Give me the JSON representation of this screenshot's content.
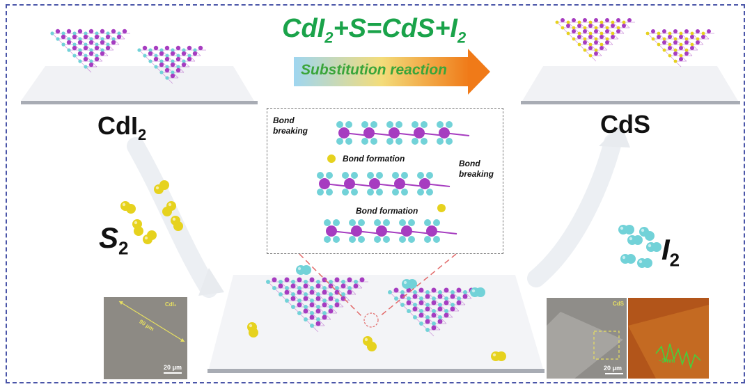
{
  "equation": {
    "p1": "CdI",
    "s1": "2",
    "p2": "+S=CdS+I",
    "s2": "2"
  },
  "reaction_label": "Substitution reaction",
  "left_label": {
    "main": "CdI",
    "sub": "2"
  },
  "right_label": "CdS",
  "s2_label": {
    "main": "S",
    "sub": "2"
  },
  "i2_label": {
    "main": "I",
    "sub": "2"
  },
  "inset_annotations": {
    "bond_breaking_1": [
      "Bond",
      "breaking"
    ],
    "bond_formation_1": "Bond formation",
    "bond_breaking_2": [
      "Bond",
      "breaking"
    ],
    "bond_formation_2": "Bond formation"
  },
  "micrographs": {
    "left": {
      "tag": "CdI₂",
      "diag": "90 μm",
      "scale": "20 μm"
    },
    "right": {
      "tag": "CdS",
      "scale": "20 μm"
    },
    "afm": {
      "label": "~3 nm"
    }
  },
  "colors": {
    "border": "#4a55a8",
    "equation": "#1aa34a",
    "cd": "#a63cc0",
    "iodine": "#72d2d8",
    "sulfur": "#e6d21e",
    "arrow_end": "#f07a18"
  }
}
